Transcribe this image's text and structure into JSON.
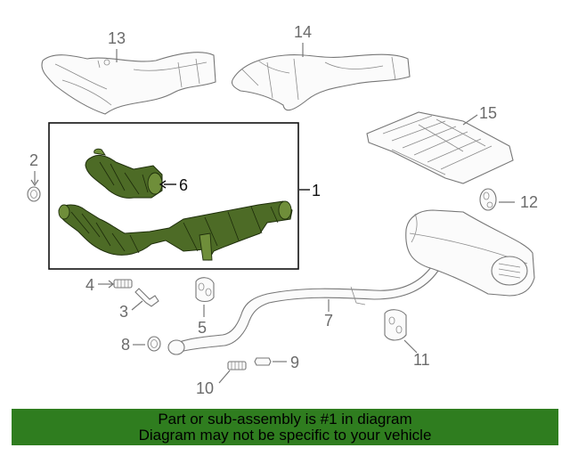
{
  "diagram": {
    "callouts": {
      "c1": "1",
      "c2": "2",
      "c3": "3",
      "c4": "4",
      "c5": "5",
      "c6": "6",
      "c7": "7",
      "c8": "8",
      "c9": "9",
      "c10": "10",
      "c11": "11",
      "c12": "12",
      "c13": "13",
      "c14": "14",
      "c15": "15"
    },
    "highlight_color": "#4d6b26"
  },
  "footer": {
    "line1": "Part or sub-assembly is #1 in diagram",
    "line2": "Diagram may not be specific to your vehicle",
    "background_color": "#2f7d1f"
  }
}
